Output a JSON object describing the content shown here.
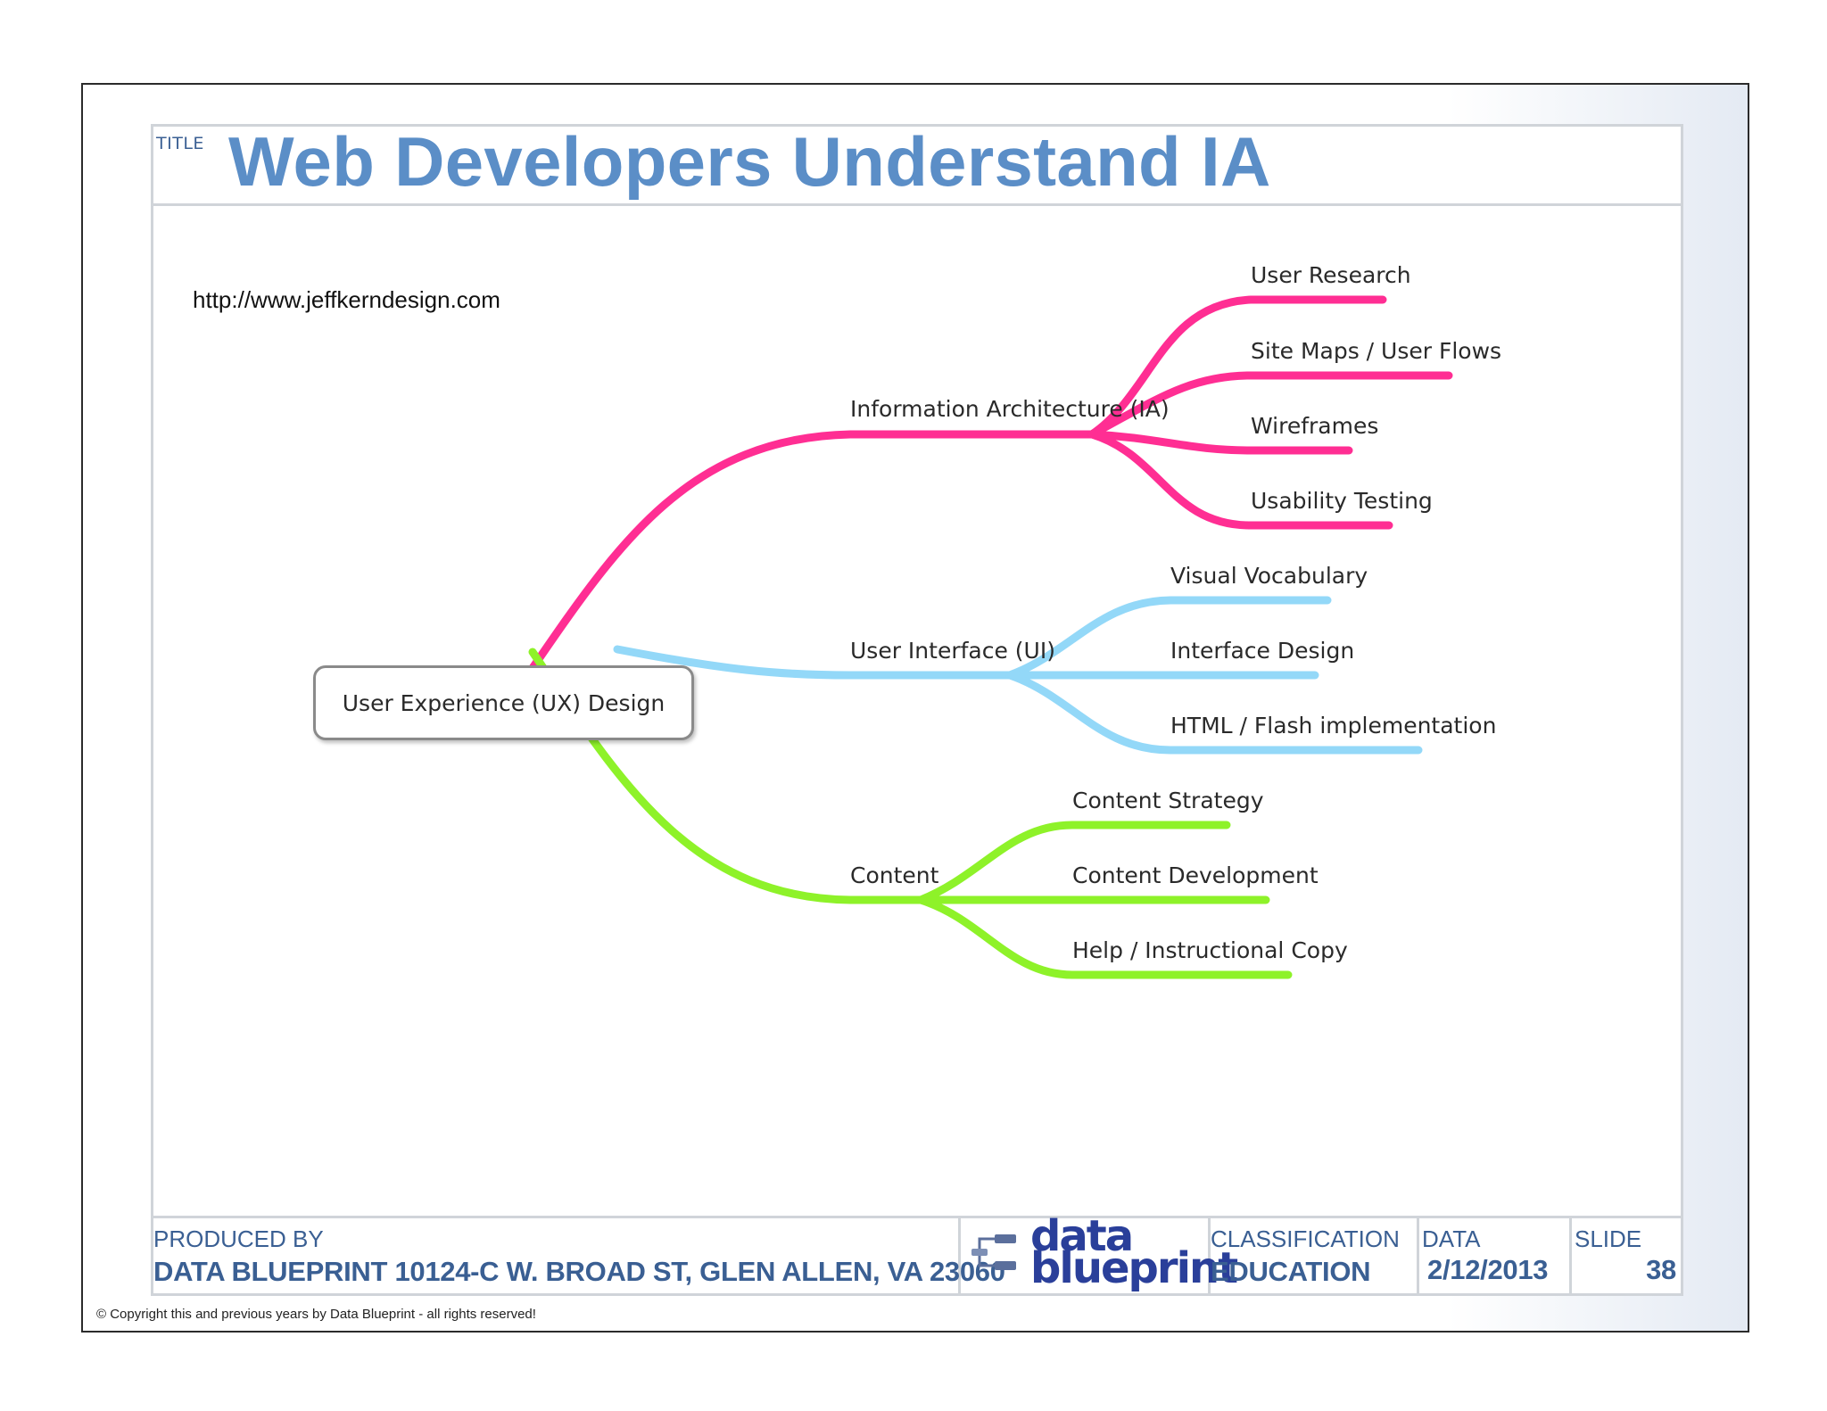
{
  "title": {
    "tag": "TITLE",
    "text": "Web Developers Understand IA"
  },
  "source_url": "http://www.jeffkerndesign.com",
  "diagram": {
    "root": "User Experience (UX) Design",
    "branches": [
      {
        "label": "Information Architecture (IA)",
        "color": "#ff2e93",
        "children": [
          "User Research",
          "Site Maps / User Flows",
          "Wireframes",
          "Usability Testing"
        ]
      },
      {
        "label": "User Interface (UI)",
        "color": "#93d8f8",
        "children": [
          "Visual Vocabulary",
          "Interface Design",
          "HTML / Flash implementation"
        ]
      },
      {
        "label": "Content",
        "color": "#8ef229",
        "children": [
          "Content Strategy",
          "Content Development",
          "Help / Instructional Copy"
        ]
      }
    ]
  },
  "footer": {
    "produced_by_label": "PRODUCED BY",
    "produced_by_value": "DATA BLUEPRINT 10124-C W. BROAD ST, GLEN ALLEN, VA 23060",
    "logo_line1": "data",
    "logo_line2": "blueprint",
    "classification_label": "CLASSIFICATION",
    "classification_value": "EDUCATION",
    "date_label": "DATA",
    "date_value": "2/12/2013",
    "slide_label": "SLIDE",
    "slide_value": "38"
  },
  "copyright": "© Copyright this and previous years by Data Blueprint  - all rights reserved!"
}
